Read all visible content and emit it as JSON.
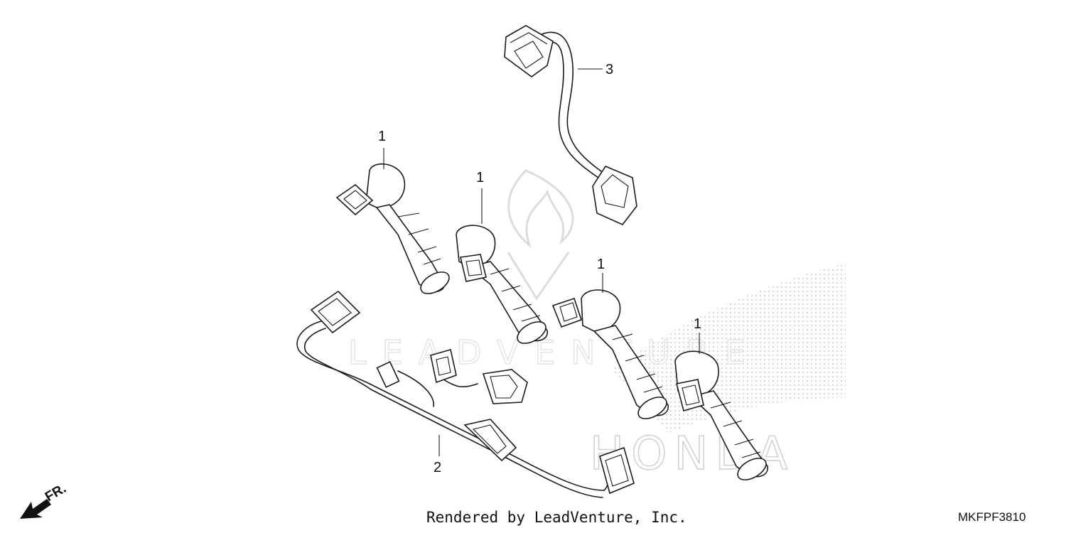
{
  "callouts": [
    {
      "id": "coil-a",
      "label": "1"
    },
    {
      "id": "coil-b",
      "label": "1"
    },
    {
      "id": "coil-c",
      "label": "1"
    },
    {
      "id": "coil-d",
      "label": "1"
    },
    {
      "id": "harness",
      "label": "2"
    },
    {
      "id": "sub-wire",
      "label": "3"
    }
  ],
  "direction_marker": "FR.",
  "credit": "Rendered by LeadVenture, Inc.",
  "diagram_code": "MKFPF3810",
  "watermarks": {
    "leadventure": "LEADVENTURE",
    "honda": "HONDA"
  },
  "icons": [
    "front-arrow-icon",
    "ignition-coil-icon",
    "wire-harness-icon",
    "connector-icon"
  ]
}
